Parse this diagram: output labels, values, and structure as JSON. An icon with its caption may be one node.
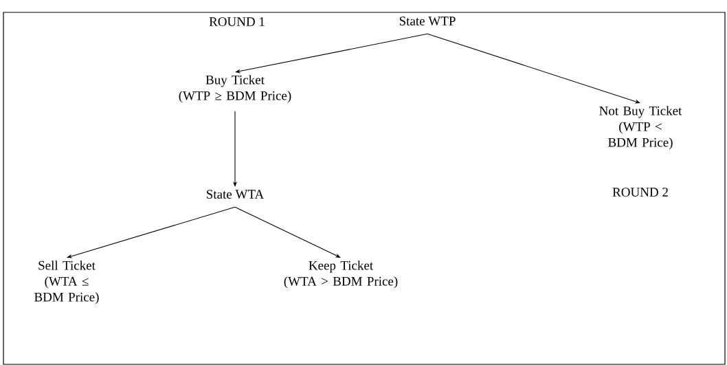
{
  "diagram": {
    "nodes": [
      {
        "text": [
          "State WTP"
        ]
      },
      {
        "text": [
          "Buy Ticket",
          "(WTP ≥ BDM Price)"
        ]
      },
      {
        "text": [
          "Not Buy Ticket",
          "(WTP < BDM Price)"
        ]
      },
      {
        "text": [
          "State WTA"
        ]
      },
      {
        "text": [
          "Sell Ticket",
          "(WTA ≤ BDM Price)"
        ]
      },
      {
        "text": [
          "Keep Ticket",
          "(WTA > BDM Price)"
        ]
      }
    ],
    "edges": [
      {
        "from": 0,
        "to": 1,
        "arrow": "to"
      },
      {
        "from": 0,
        "to": 2,
        "arrow": "to"
      },
      {
        "from": 1,
        "to": 3,
        "arrow": "to"
      },
      {
        "from": 3,
        "to": 4,
        "arrow": "to"
      },
      {
        "from": 3,
        "to": 5,
        "arrow": "to"
      }
    ],
    "labels": [
      "ROUND 1",
      "ROUND 2"
    ]
  }
}
